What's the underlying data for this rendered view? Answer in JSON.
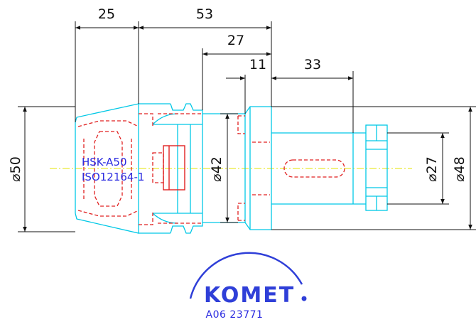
{
  "dimensions": {
    "d25": "25",
    "d53": "53",
    "d27": "27",
    "d11": "11",
    "d33": "33",
    "dia50": "⌀50",
    "dia42": "⌀42",
    "dia27": "⌀27",
    "dia48": "⌀48"
  },
  "labels": {
    "interface": "HSK-A50",
    "standard": "ISO12164-1"
  },
  "brand": {
    "name": "KOMET",
    "part_number": "A06 23771"
  },
  "colors": {
    "outline": "#00c8e6",
    "hidden": "#e02020",
    "centerline": "#e6e600",
    "text_blue": "#2b2be0",
    "dimension": "#111111"
  }
}
